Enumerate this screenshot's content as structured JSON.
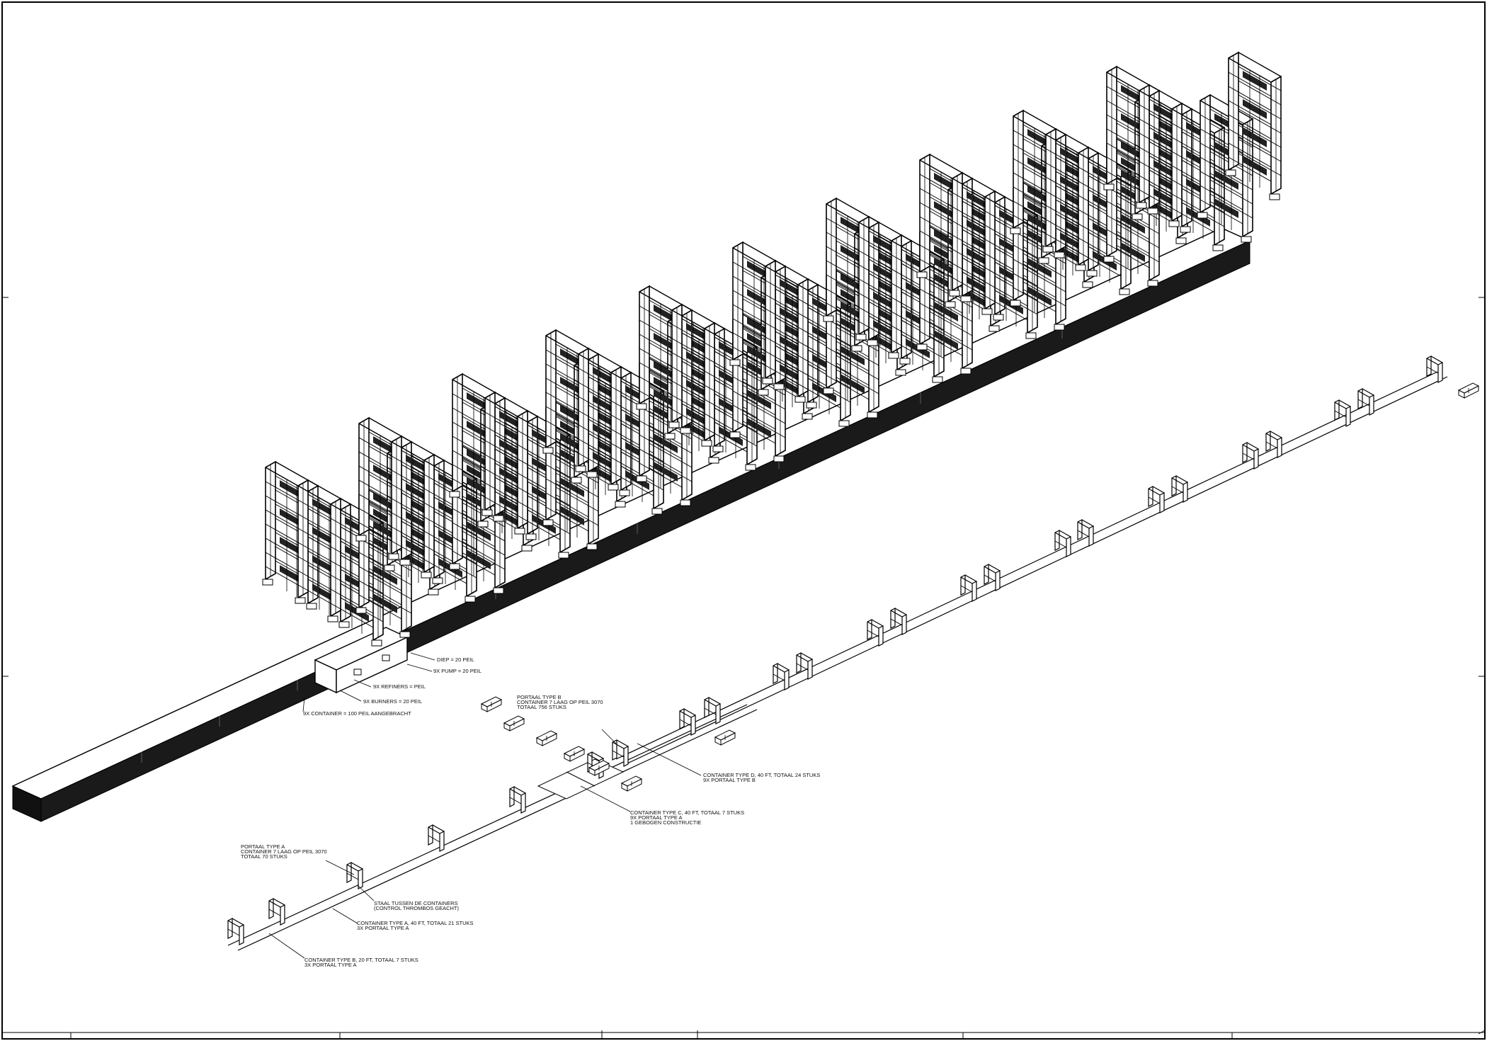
{
  "drawing": {
    "notes": {
      "top_1": "DIEP  = 20 PEIL",
      "top_2": "9X PUMP = 20 PEIL",
      "top_3": "9X REFINERS = PEIL",
      "top_4": "9X BURNERS = 20 PEIL",
      "top_5": "9X CONTAINER = 100 PEIL AANGEBRACHT",
      "portal_b": [
        "PORTAAL TYPE B",
        "CONTAINER 7 LAAG OP PEIL 3070",
        "TOTAAL 756 STUKS"
      ],
      "container_d": [
        "CONTAINER TYPE D, 40 FT, TOTAAL 24 STUKS",
        "9X PORTAAL TYPE B"
      ],
      "container_c": [
        "CONTAINER TYPE C, 40 FT, TOTAAL 7 STUKS",
        "9X PORTAAL TYPE A",
        "1 GEBOGEN CONSTRUCTIE"
      ],
      "portal_a": [
        "PORTAAL TYPE A",
        "CONTAINER 7 LAAG OP PEIL 3070",
        "TOTAAL 70 STUKS"
      ],
      "staal": [
        "STAAL TUSSEN DE CONTAINERS",
        "(CONTROL THROMBOS GEACHT)"
      ],
      "container_a": [
        "CONTAINER TYPE A, 40 FT, TOTAAL 21 STUKS",
        "3X PORTAAL TYPE A"
      ],
      "container_b": [
        "CONTAINER TYPE B, 20 FT, TOTAAL 7 STUKS",
        "3X PORTAAL TYPE A"
      ]
    }
  }
}
